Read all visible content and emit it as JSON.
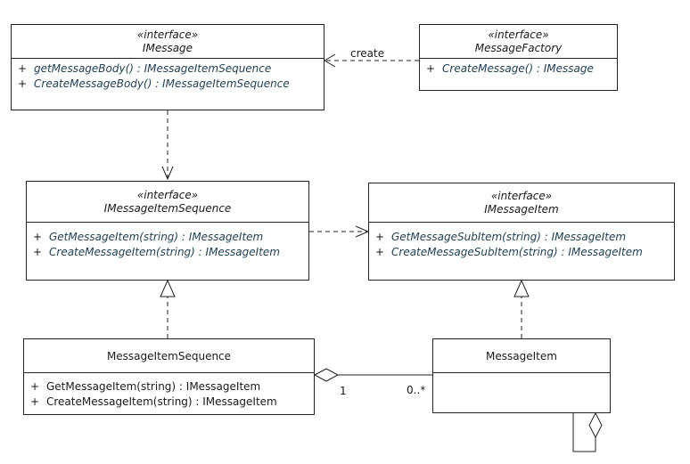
{
  "classes": {
    "imessage": {
      "stereotype": "«interface»",
      "name": "IMessage",
      "operations": [
        {
          "vis": "+",
          "sig": "getMessageBody() : IMessageItemSequence"
        },
        {
          "vis": "+",
          "sig": "CreateMessageBody() : IMessageItemSequence"
        }
      ]
    },
    "message_factory": {
      "stereotype": "«interface»",
      "name": "MessageFactory",
      "operations": [
        {
          "vis": "+",
          "sig": "CreateMessage() : IMessage"
        }
      ]
    },
    "imessage_item_sequence": {
      "stereotype": "«interface»",
      "name": "IMessageItemSequence",
      "operations": [
        {
          "vis": "+",
          "sig": "GetMessageItem(string) : IMessageItem"
        },
        {
          "vis": "+",
          "sig": "CreateMessageItem(string) : IMessageItem"
        }
      ]
    },
    "imessage_item": {
      "stereotype": "«interface»",
      "name": "IMessageItem",
      "operations": [
        {
          "vis": "+",
          "sig": "GetMessageSubItem(string) : IMessageItem"
        },
        {
          "vis": "+",
          "sig": "CreateMessageSubItem(string) : IMessageItem"
        }
      ]
    },
    "message_item_sequence": {
      "name": "MessageItemSequence",
      "operations": [
        {
          "vis": "+",
          "sig": "GetMessageItem(string) : IMessageItem"
        },
        {
          "vis": "+",
          "sig": "CreateMessageItem(string) : IMessageItem"
        }
      ]
    },
    "message_item": {
      "name": "MessageItem"
    }
  },
  "relations": {
    "create_label": "create",
    "multiplicity_source": "1",
    "multiplicity_target": "0..*"
  },
  "colors": {
    "line": "#222222",
    "operation_text": "#1f3f52"
  }
}
